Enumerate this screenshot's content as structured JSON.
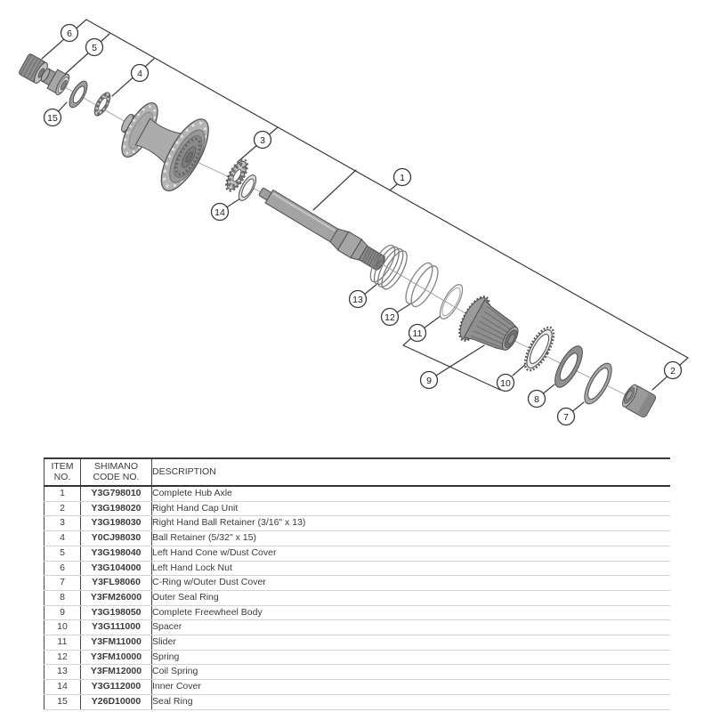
{
  "diagram": {
    "callouts": [
      "1",
      "2",
      "3",
      "4",
      "5",
      "6",
      "7",
      "8",
      "9",
      "10",
      "11",
      "12",
      "13",
      "14",
      "15"
    ]
  },
  "parts_table": {
    "headers": {
      "item": [
        "ITEM",
        "NO."
      ],
      "code": [
        "SHIMANO",
        "CODE NO."
      ],
      "description": "DESCRIPTION"
    },
    "rows": [
      {
        "item": "1",
        "code": "Y3G798010",
        "description": "Complete Hub Axle"
      },
      {
        "item": "2",
        "code": "Y3G198020",
        "description": "Right Hand Cap Unit"
      },
      {
        "item": "3",
        "code": "Y3G198030",
        "description": "Right Hand Ball Retainer (3/16\" x 13)"
      },
      {
        "item": "4",
        "code": "Y0CJ98030",
        "description": "Ball Retainer (5/32\" x 15)"
      },
      {
        "item": "5",
        "code": "Y3G198040",
        "description": "Left Hand Cone w/Dust Cover"
      },
      {
        "item": "6",
        "code": "Y3G104000",
        "description": "Left Hand Lock Nut"
      },
      {
        "item": "7",
        "code": "Y3FL98060",
        "description": "C-Ring w/Outer Dust Cover"
      },
      {
        "item": "8",
        "code": "Y3FM26000",
        "description": "Outer Seal Ring"
      },
      {
        "item": "9",
        "code": "Y3G198050",
        "description": "Complete Freewheel Body"
      },
      {
        "item": "10",
        "code": "Y3G111000",
        "description": "Spacer"
      },
      {
        "item": "11",
        "code": "Y3FM11000",
        "description": "Slider"
      },
      {
        "item": "12",
        "code": "Y3FM10000",
        "description": "Spring"
      },
      {
        "item": "13",
        "code": "Y3FM12000",
        "description": "Coil Spring"
      },
      {
        "item": "14",
        "code": "Y3G112000",
        "description": "Inner Cover"
      },
      {
        "item": "15",
        "code": "Y26D10000",
        "description": "Seal Ring"
      }
    ]
  }
}
